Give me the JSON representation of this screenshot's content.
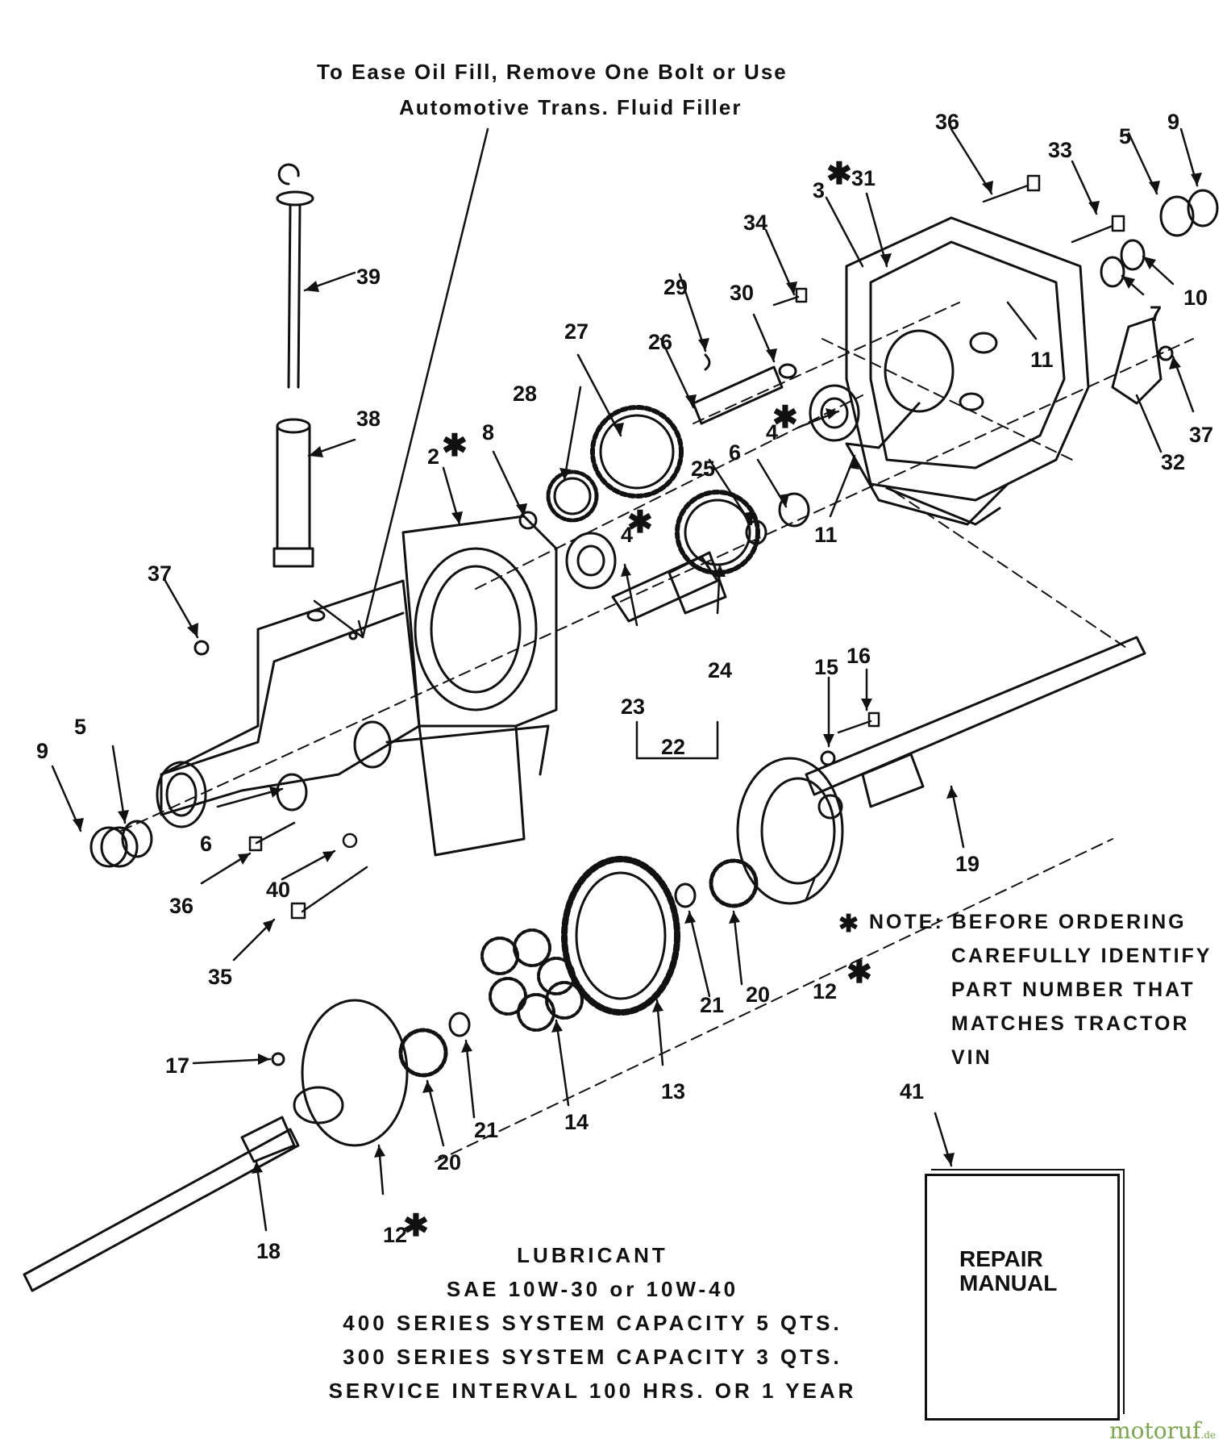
{
  "top_note": {
    "line1": "To Ease Oil Fill, Remove One Bolt or Use",
    "line2": "Automotive Trans. Fluid Filler"
  },
  "callouts": [
    "36",
    "33",
    "5",
    "9",
    "3",
    "31",
    "34",
    "10",
    "7",
    "29",
    "30",
    "11",
    "39",
    "27",
    "26",
    "28",
    "4",
    "6",
    "37",
    "38",
    "2",
    "8",
    "25",
    "32",
    "11",
    "4",
    "37",
    "24",
    "23",
    "22",
    "15",
    "16",
    "9",
    "5",
    "6",
    "36",
    "40",
    "19",
    "12",
    "35",
    "21",
    "20",
    "13",
    "17",
    "14",
    "21",
    "20",
    "12",
    "18",
    "41"
  ],
  "order_note": {
    "line1": "NOTE: BEFORE ORDERING",
    "line2": "CAREFULLY IDENTIFY",
    "line3": "PART NUMBER THAT",
    "line4": "MATCHES TRACTOR",
    "line5": "VIN"
  },
  "lubricant": {
    "line1": "LUBRICANT",
    "line2": "SAE 10W-30 or 10W-40",
    "line3": "400 SERIES SYSTEM CAPACITY 5 QTS.",
    "line4": "300 SERIES SYSTEM CAPACITY 3 QTS.",
    "line5": "SERVICE INTERVAL 100 HRS. OR 1 YEAR"
  },
  "manual": {
    "title_line1": "REPAIR",
    "title_line2": "MANUAL"
  },
  "watermark": {
    "brand": "motoruf",
    "tld": ".de"
  }
}
